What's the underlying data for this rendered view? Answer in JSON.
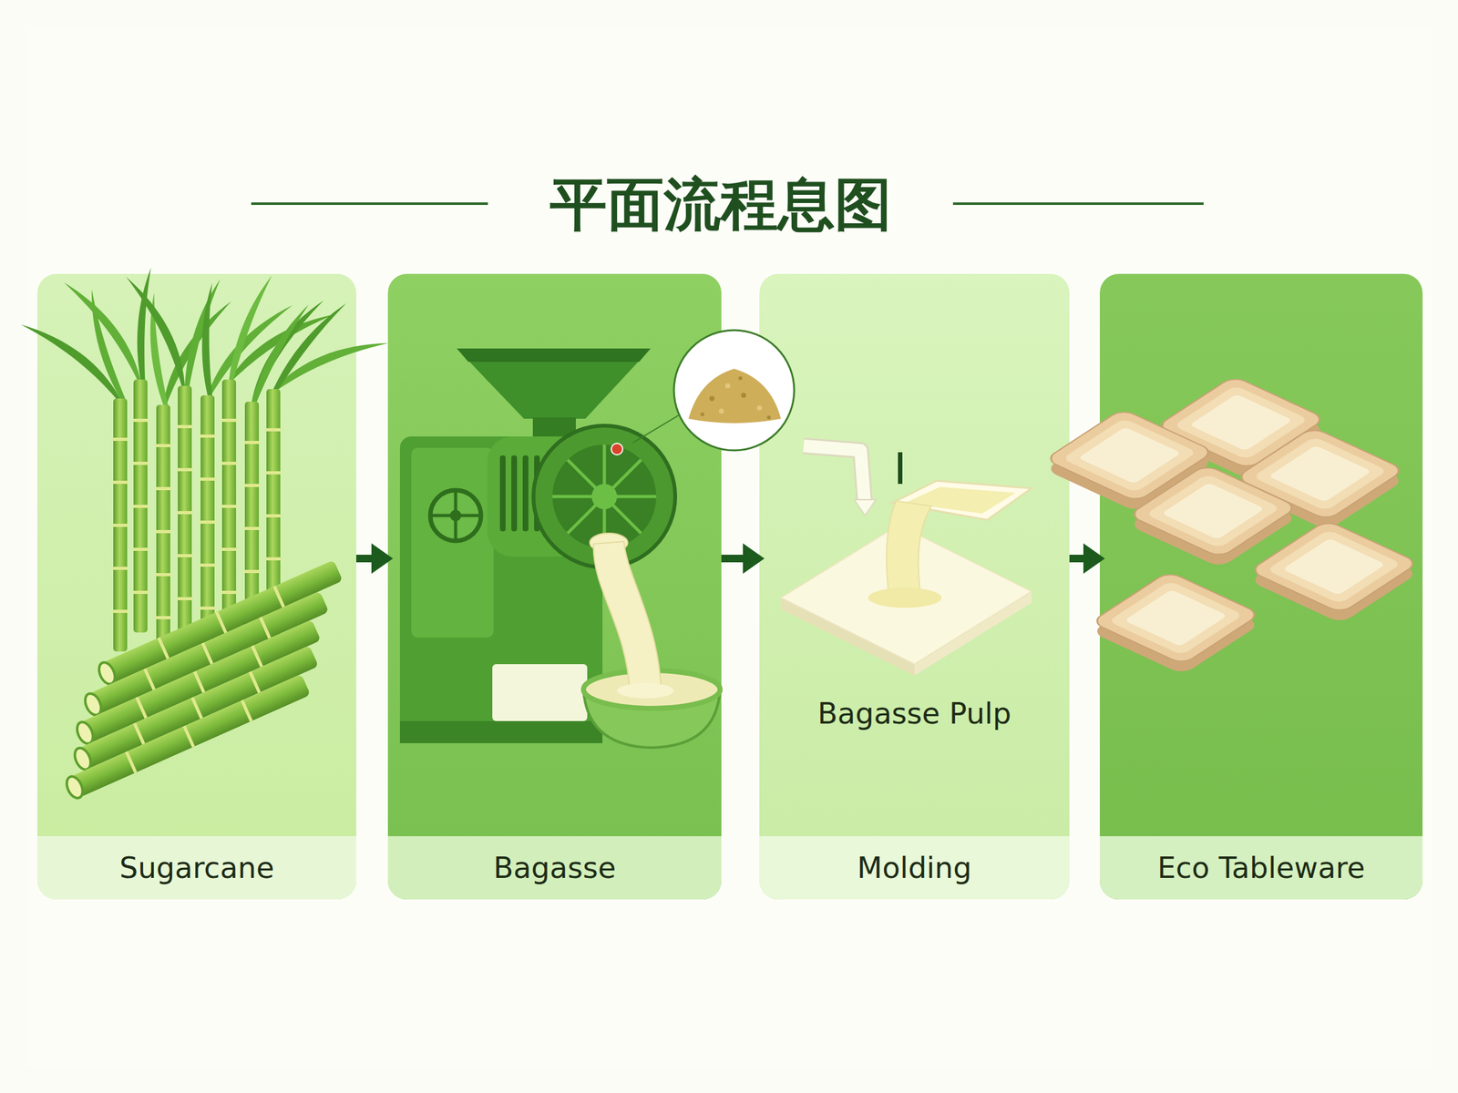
{
  "diagram": {
    "title": "平面流程息图",
    "nodes": [
      {
        "text": [
          "Sugarcane"
        ]
      },
      {
        "text": [
          "Bagasse"
        ]
      },
      {
        "text": [
          "Bagasse Pulp",
          "Molding"
        ]
      },
      {
        "text": [
          "Eco Tableware"
        ]
      }
    ],
    "edges": [
      {
        "from": 0,
        "to": 1,
        "arrow": "to"
      },
      {
        "from": 1,
        "to": 2,
        "arrow": "to"
      },
      {
        "from": 2,
        "to": 3,
        "arrow": "to"
      }
    ]
  }
}
